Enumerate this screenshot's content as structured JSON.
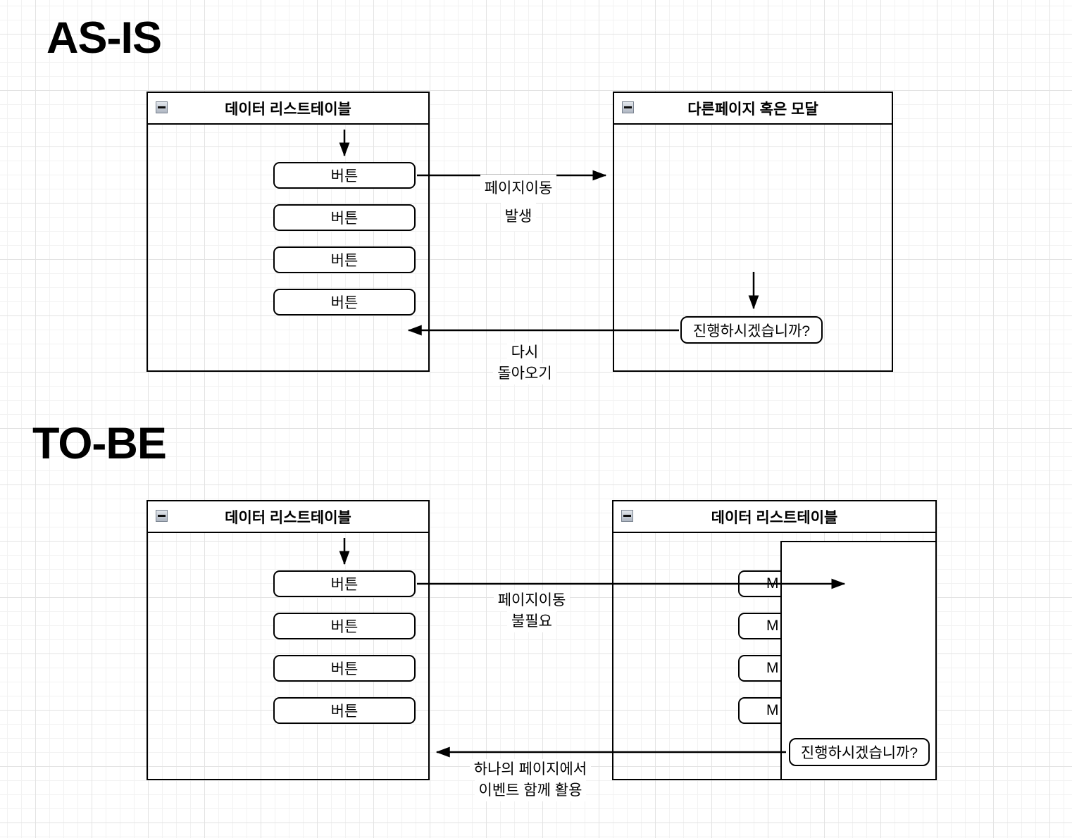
{
  "headings": {
    "as_is": "AS-IS",
    "to_be": "TO-BE"
  },
  "icons": {
    "collapse": "minus"
  },
  "colors": {
    "line": "#000000",
    "background": "#ffffff",
    "grid_minor": "#f2f2f2",
    "grid_major": "#e3e3e3",
    "shape_fill": "#ffffff",
    "collapse_icon_bg": "#b4bcc8"
  },
  "as_is": {
    "source_window": {
      "title": "데이터 리스트테이블",
      "buttons": [
        "버튼",
        "버튼",
        "버튼",
        "버튼"
      ]
    },
    "target_window": {
      "title": "다른페이지 혹은 모달",
      "dialog": "진행하시겠습니까?"
    },
    "forward_label": {
      "line1": "페이지이동",
      "line2": "발생"
    },
    "return_label": {
      "line1": "다시",
      "line2": "돌아오기"
    }
  },
  "to_be": {
    "source_window": {
      "title": "데이터 리스트테이블",
      "buttons": [
        "버튼",
        "버튼",
        "버튼",
        "버튼"
      ]
    },
    "target_window": {
      "title": "데이터 리스트테이블",
      "buttons": [
        "M",
        "M",
        "M",
        "M"
      ],
      "dialog": "진행하시겠습니까?"
    },
    "forward_label": {
      "line1": "페이지이동",
      "line2": "불필요"
    },
    "return_label": {
      "line1": "하나의 페이지에서",
      "line2": "이벤트 함께 활용"
    }
  }
}
